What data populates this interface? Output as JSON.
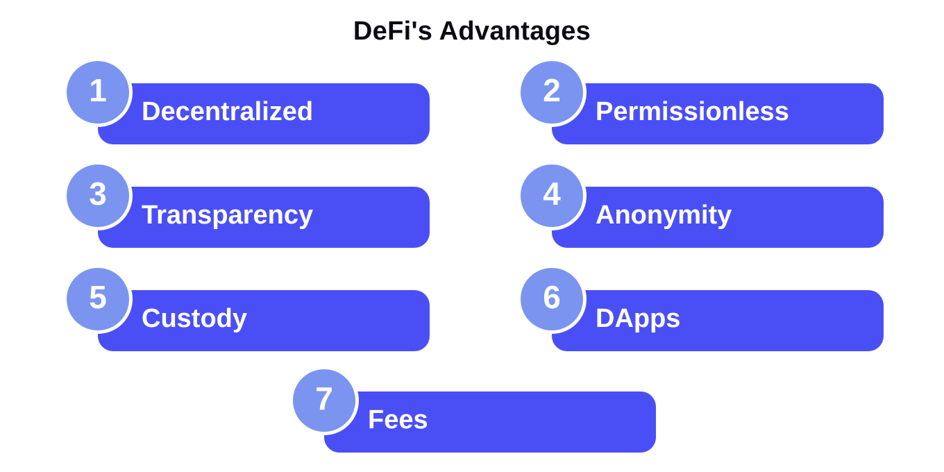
{
  "title": "DeFi's Advantages",
  "colors": {
    "pill": "#4a4ff5",
    "badge": "#7a94f0",
    "text": "#ffffff",
    "title": "#0b0b12"
  },
  "items": [
    {
      "number": "1",
      "label": "Decentralized"
    },
    {
      "number": "2",
      "label": "Permissionless"
    },
    {
      "number": "3",
      "label": "Transparency"
    },
    {
      "number": "4",
      "label": "Anonymity"
    },
    {
      "number": "5",
      "label": "Custody"
    },
    {
      "number": "6",
      "label": "DApps"
    },
    {
      "number": "7",
      "label": "Fees"
    }
  ]
}
